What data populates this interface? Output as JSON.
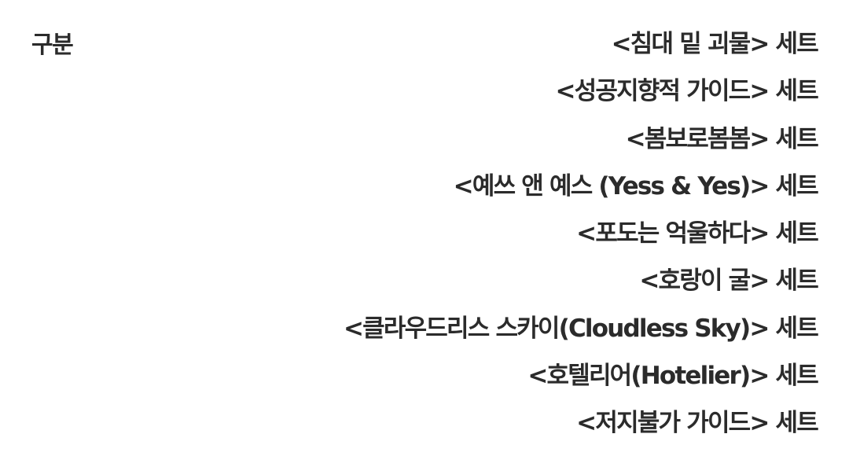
{
  "header": {
    "label": "구분"
  },
  "sets": [
    "<침대 밑 괴물> 세트",
    "<성공지향적 가이드> 세트",
    "<봄보로봄봄> 세트",
    "<예쓰 앤 예스 (Yess & Yes)> 세트",
    "<포도는 억울하다> 세트",
    "<호랑이 굴> 세트",
    "<클라우드리스 스카이(Cloudless Sky)> 세트",
    "<호텔리어(Hotelier)> 세트",
    "<저지불가 가이드> 세트"
  ]
}
